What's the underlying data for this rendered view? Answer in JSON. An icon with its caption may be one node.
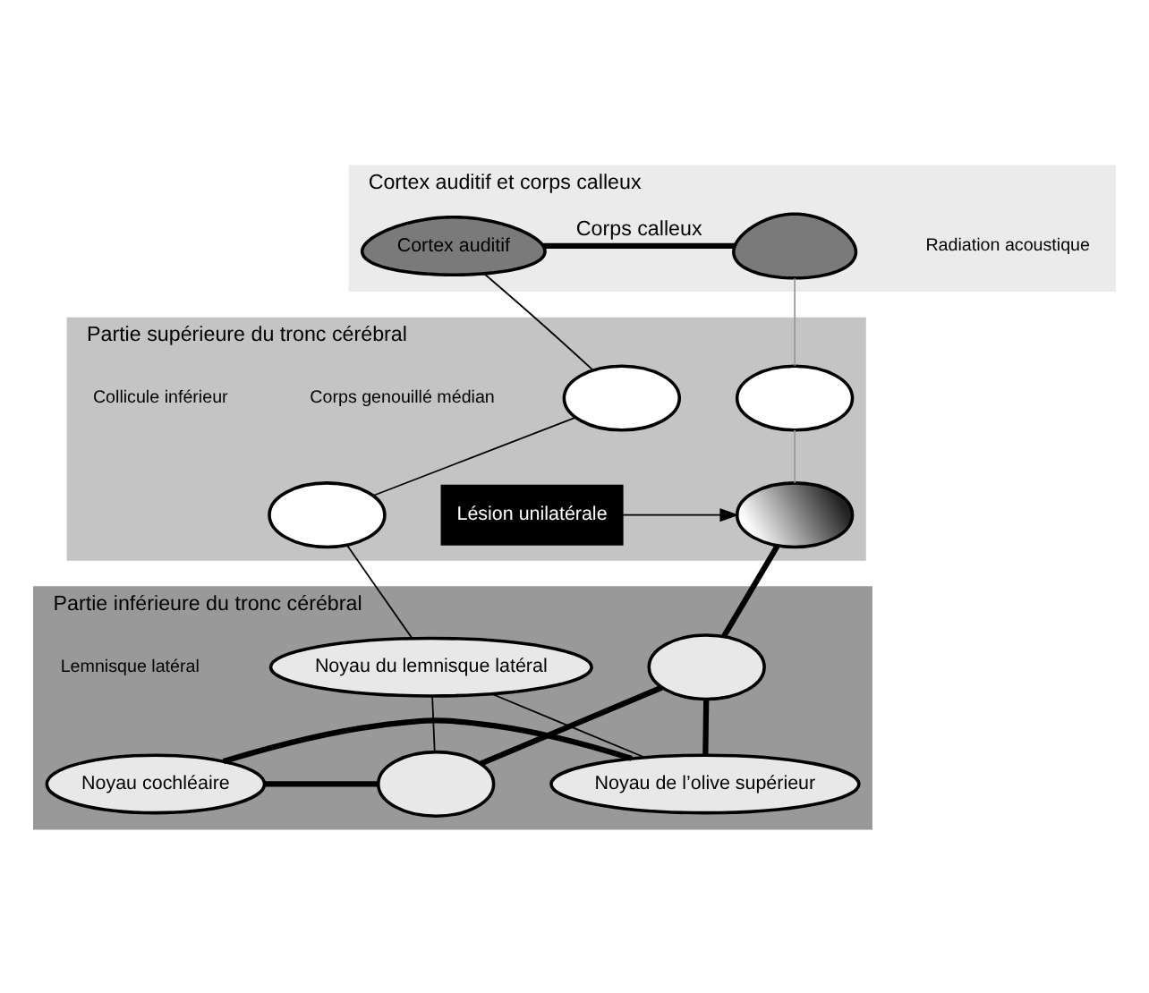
{
  "diagram": {
    "nodes": [
      {
        "text": [
          "Cortex auditif et corps calleux"
        ]
      },
      {
        "text": [
          "Cortex auditif"
        ],
        "in": 0
      },
      {
        "text": [],
        "shape": "crescent",
        "in": 0
      },
      {
        "text": [
          "Partie supérieure du tronc cérébral"
        ]
      },
      {
        "text": [],
        "shape": "ellipse",
        "in": 3
      },
      {
        "text": [],
        "shape": "ellipse",
        "in": 3
      },
      {
        "text": [],
        "shape": "ellipse",
        "in": 3
      },
      {
        "text": [],
        "shape": "ellipse",
        "in": 3
      },
      {
        "text": [
          "Lésion unilatérale"
        ],
        "in": 3
      },
      {
        "text": [
          "Partie inférieure du tronc cérébral"
        ]
      },
      {
        "text": [
          "Noyau du lemnisque latéral"
        ],
        "in": 9
      },
      {
        "text": [],
        "shape": "ellipse",
        "in": 9
      },
      {
        "text": [
          "Noyau cochléaire"
        ],
        "in": 9
      },
      {
        "text": [],
        "shape": "ellipse",
        "in": 9
      },
      {
        "text": [
          "Noyau de l’olive supérieur"
        ],
        "in": 9
      }
    ],
    "edges": [
      {
        "from": 1,
        "to": 2,
        "arrow": "none",
        "label": "Corps calleux",
        "style": "thick"
      },
      {
        "from": 1,
        "to": 4,
        "arrow": "none"
      },
      {
        "from": 4,
        "to": 6,
        "arrow": "none"
      },
      {
        "from": 2,
        "to": 5,
        "arrow": "none",
        "color": "#999999"
      },
      {
        "from": 5,
        "to": 7,
        "arrow": "none",
        "color": "#999999"
      },
      {
        "from": 8,
        "to": 7,
        "arrow": "to"
      },
      {
        "from": 6,
        "to": 10,
        "arrow": "none"
      },
      {
        "from": 10,
        "to": 13,
        "arrow": "none"
      },
      {
        "from": 10,
        "to": 14,
        "arrow": "none"
      },
      {
        "from": 7,
        "to": 11,
        "arrow": "none",
        "style": "thick"
      },
      {
        "from": 11,
        "to": 14,
        "arrow": "none",
        "style": "thick"
      },
      {
        "from": 11,
        "to": 13,
        "arrow": "none",
        "style": "thick"
      },
      {
        "from": 12,
        "to": 13,
        "arrow": "none",
        "style": "thick"
      },
      {
        "from": 12,
        "to": 14,
        "arrow": "none",
        "style": "thick"
      }
    ],
    "labels": [
      "Radiation acoustique",
      "Corps genouillé médian",
      "Collicule inférieur",
      "Lemnisque latéral"
    ]
  }
}
